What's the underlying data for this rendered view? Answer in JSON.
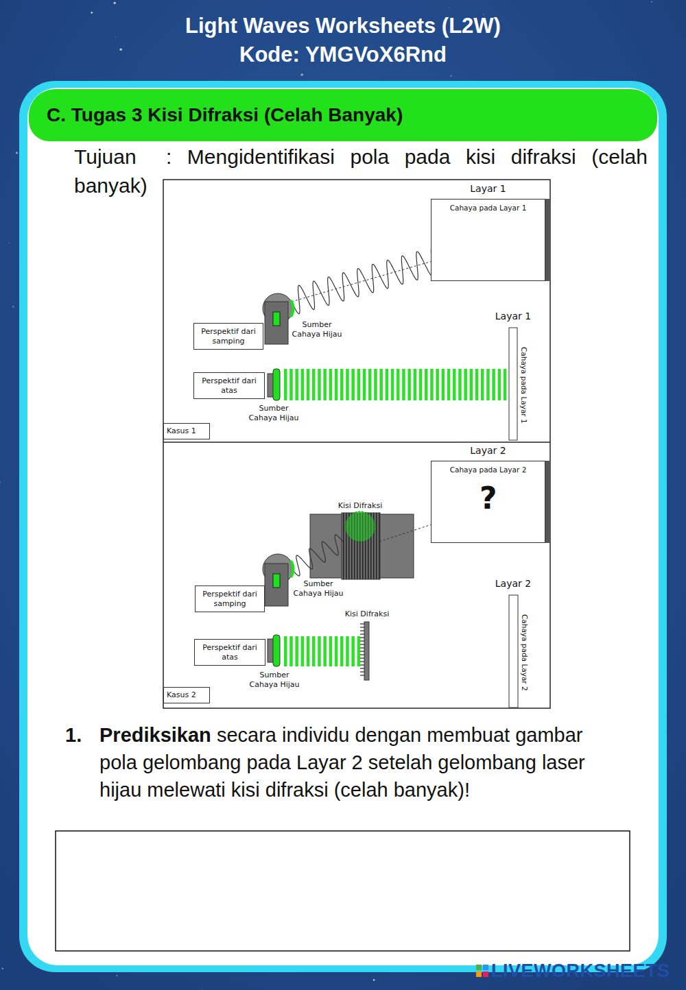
{
  "diagram": {
    "title": "Light Waves Worksheets (L2W)",
    "nodes": [
      {
        "text": [
          "C. Tugas 3 Kisi Difraksi (Celah Banyak)"
        ]
      },
      {
        "text": [
          "Layar 1",
          "Cahaya pada Layar 1"
        ]
      },
      {
        "text": [
          "Perspektif dari samping"
        ]
      },
      {
        "text": [
          "Perspektif dari atas"
        ]
      },
      {
        "text": [
          "Layar 1",
          "Cahaya pada Layar 1"
        ]
      },
      {
        "text": [
          "Kasus 1"
        ]
      },
      {
        "text": [
          "Layar 2",
          "Cahaya pada Layar 2",
          "?"
        ]
      },
      {
        "text": [
          "Perspektif dari samping"
        ]
      },
      {
        "text": [
          "Perspektif dari atas"
        ]
      },
      {
        "text": [
          "Layar 2",
          "Cahaya pada Layar 2"
        ]
      },
      {
        "text": [
          "Kasus 2"
        ]
      }
    ],
    "labels": [
      "Kode: YMGVoX6Rnd",
      "Tujuan",
      ": Mengidentifikasi pola pada kisi difraksi (celah banyak)",
      "Sumber Cahaya Hijau",
      "Sumber Cahaya Hijau",
      "Kisi Difraksi",
      "Sumber Cahaya Hijau",
      "Kisi Difraksi",
      "Sumber Cahaya Hijau",
      "1.",
      "Prediksikan",
      "secara individu dengan membuat gambar pola gelombang pada Layar 2 setelah gelombang laser hijau melewati kisi difraksi (celah banyak)!",
      "LIVEWORKSHEETS"
    ]
  }
}
